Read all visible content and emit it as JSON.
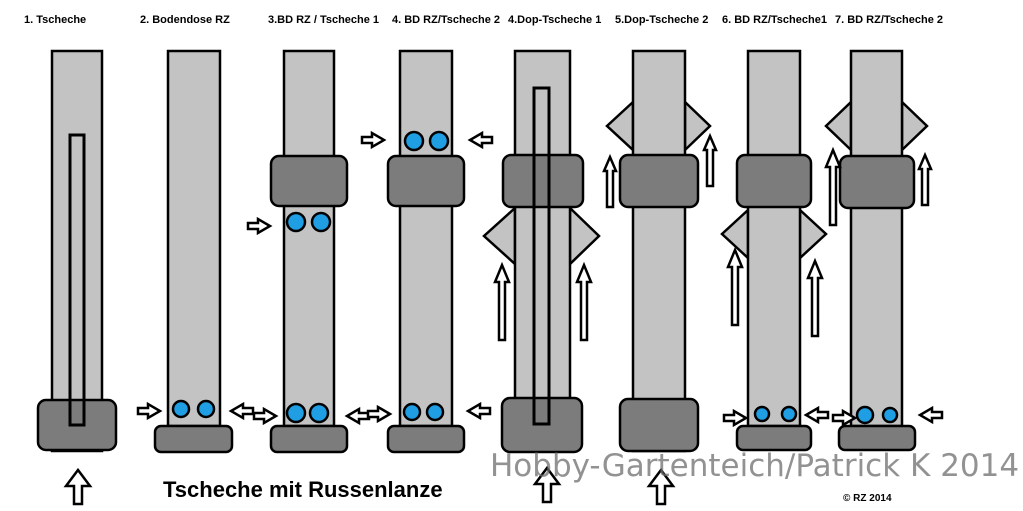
{
  "columns": [
    {
      "label": "1. Tscheche"
    },
    {
      "label": "2. Bodendose RZ"
    },
    {
      "label": "3.BD RZ / Tscheche 1"
    },
    {
      "label": "4. BD RZ/Tscheche 2"
    },
    {
      "label": "4.Dop-Tscheche 1"
    },
    {
      "label": "5.Dop-Tscheche 2"
    },
    {
      "label": "6. BD RZ/Tscheche1"
    },
    {
      "label": "7. BD RZ/Tscheche 2"
    }
  ],
  "caption": "Tscheche mit Russenlanze",
  "watermark": "Hobby-Gartenteich/Patrick K 2014",
  "copyright": "© RZ 2014",
  "colors": {
    "tube": "#c3c3c3",
    "clamp": "#7c7c7c",
    "nozzle": "#1f9ee3",
    "outline": "#000000"
  }
}
